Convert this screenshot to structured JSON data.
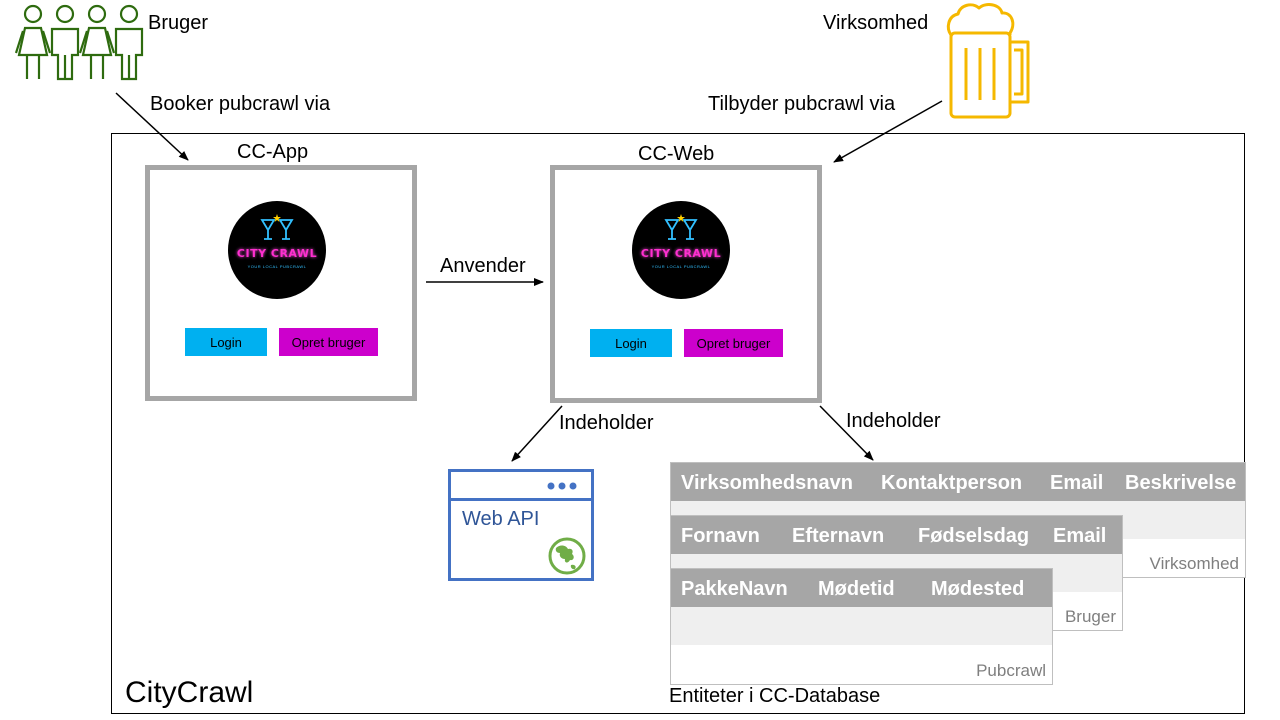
{
  "actors": {
    "user": {
      "label": "Bruger",
      "action": "Booker pubcrawl via"
    },
    "business": {
      "label": "Virksomhed",
      "action": "Tilbyder pubcrawl via"
    }
  },
  "system": {
    "title": "CityCrawl"
  },
  "app": {
    "title": "CC-App",
    "logo_text": "CITY CRAWL",
    "logo_subtext": "YOUR LOCAL PUBCRAWL",
    "login_label": "Login",
    "create_label": "Opret bruger"
  },
  "web": {
    "title": "CC-Web",
    "logo_text": "CITY CRAWL",
    "logo_subtext": "YOUR LOCAL PUBCRAWL",
    "login_label": "Login",
    "create_label": "Opret bruger"
  },
  "relations": {
    "uses": "Anvender",
    "contains_api": "Indeholder",
    "contains_db": "Indeholder"
  },
  "web_api": {
    "label": "Web API"
  },
  "database": {
    "caption": "Entiteter i CC-Database",
    "entities": [
      {
        "name": "Virksomhed",
        "columns": [
          "Virksomhedsnavn",
          "Kontaktperson",
          "Email",
          "Beskrivelse"
        ]
      },
      {
        "name": "Bruger",
        "columns": [
          "Fornavn",
          "Efternavn",
          "Fødselsdag",
          "Email"
        ]
      },
      {
        "name": "Pubcrawl",
        "columns": [
          "PakkeNavn",
          "Mødetid",
          "Mødested"
        ]
      }
    ]
  },
  "colors": {
    "actor_user": "#2e6b0f",
    "actor_business": "#f5b800",
    "screen_border": "#a6a6a6",
    "login_button": "#00b0f0",
    "create_button": "#cc00cc",
    "web_api": "#4472c4",
    "globe": "#70ad47",
    "table_header": "#a6a6a6",
    "table_row": "#efefef"
  }
}
